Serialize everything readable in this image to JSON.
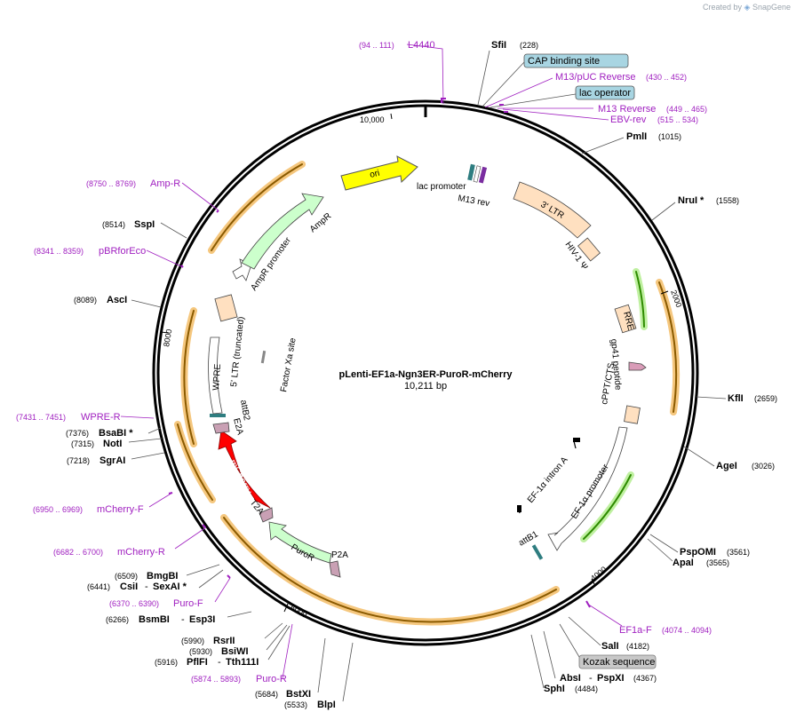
{
  "credit": {
    "prefix": "Created by",
    "brand": "SnapGene"
  },
  "plasmid": {
    "name": "pLenti-EF1a-Ngn3ER-PuroR-mCherry",
    "size": "10,211 bp"
  },
  "ticks": [
    "10,000",
    "2000",
    "4000",
    "6000",
    "8000"
  ],
  "features": {
    "ori": "ori",
    "lac_promoter": "lac promoter",
    "m13_rev": "M13 rev",
    "ltr3": "3' LTR",
    "hiv1": "HIV-1 Ψ",
    "rre": "RRE",
    "gp41": "gp41 peptide",
    "cppt": "cPPT/CTS",
    "ef1a_intron": "EF-1α intron A",
    "ef1a_promoter": "EF-1α promoter",
    "attb1": "attB1",
    "p2a": "P2A",
    "puror": "PuroR",
    "t2a": "T2A",
    "mcherry": "mCherry",
    "e2a": "E2A",
    "attb2": "attB2",
    "wpre": "WPRE",
    "ltr5": "5' LTR (truncated)",
    "factor_xa": "Factor Xa site",
    "ampr_promoter": "AmpR promoter",
    "ampr": "AmpR"
  },
  "sites": [
    {
      "name": "SfiI",
      "pos": "(228)"
    },
    {
      "name": "PmlI",
      "pos": "(1015)"
    },
    {
      "name": "NruI *",
      "pos": "(1558)"
    },
    {
      "name": "KflI",
      "pos": "(2659)"
    },
    {
      "name": "AgeI",
      "pos": "(3026)"
    },
    {
      "name": "PspOMI",
      "pos": "(3561)"
    },
    {
      "name": "ApaI",
      "pos": "(3565)"
    },
    {
      "name": "SalI",
      "pos": "(4182)"
    },
    {
      "name": "AbsI",
      "pos": "(4367)"
    },
    {
      "name": "PspXI",
      "pos": ""
    },
    {
      "name": "SphI",
      "pos": "(4484)"
    },
    {
      "name": "BlpI",
      "pos": "(5533)"
    },
    {
      "name": "BstXI",
      "pos": "(5684)"
    },
    {
      "name": "PflFI",
      "pos": "(5916)"
    },
    {
      "name": "Tth111I",
      "pos": ""
    },
    {
      "name": "BsiWI",
      "pos": "(5930)"
    },
    {
      "name": "RsrII",
      "pos": "(5990)"
    },
    {
      "name": "BsmBI",
      "pos": "(6266)"
    },
    {
      "name": "Esp3I",
      "pos": ""
    },
    {
      "name": "CsiI",
      "pos": "(6441)"
    },
    {
      "name": "SexAI *",
      "pos": ""
    },
    {
      "name": "BmgBI",
      "pos": "(6509)"
    },
    {
      "name": "SgrAI",
      "pos": "(7218)"
    },
    {
      "name": "NotI",
      "pos": "(7315)"
    },
    {
      "name": "BsaBI *",
      "pos": "(7376)"
    },
    {
      "name": "AscI",
      "pos": "(8089)"
    },
    {
      "name": "SspI",
      "pos": "(8514)"
    }
  ],
  "primers": [
    {
      "name": "L4440",
      "range": "(94 .. 111)"
    },
    {
      "name": "M13/pUC Reverse",
      "range": "(430 .. 452)"
    },
    {
      "name": "M13 Reverse",
      "range": "(449 .. 465)"
    },
    {
      "name": "EBV-rev",
      "range": "(515 .. 534)"
    },
    {
      "name": "EF1a-F",
      "range": "(4074 .. 4094)"
    },
    {
      "name": "Puro-R",
      "range": "(5874 .. 5893)"
    },
    {
      "name": "Puro-F",
      "range": "(6370 .. 6390)"
    },
    {
      "name": "mCherry-R",
      "range": "(6682 .. 6700)"
    },
    {
      "name": "mCherry-F",
      "range": "(6950 .. 6969)"
    },
    {
      "name": "WPRE-R",
      "range": "(7431 .. 7451)"
    },
    {
      "name": "pBRforEco",
      "range": "(8341 .. 8359)"
    },
    {
      "name": "Amp-R",
      "range": "(8750 .. 8769)"
    }
  ],
  "boxes": {
    "cap": "CAP binding site",
    "lacop": "lac operator",
    "kozak": "Kozak sequence"
  },
  "colors": {
    "primer": "#a020c0",
    "ori": "#ffff00",
    "mcherry": "#ff0000",
    "ampr": "#ccffcc",
    "ltr": "#ffe0c0",
    "orf_band": "#f5c77e"
  }
}
